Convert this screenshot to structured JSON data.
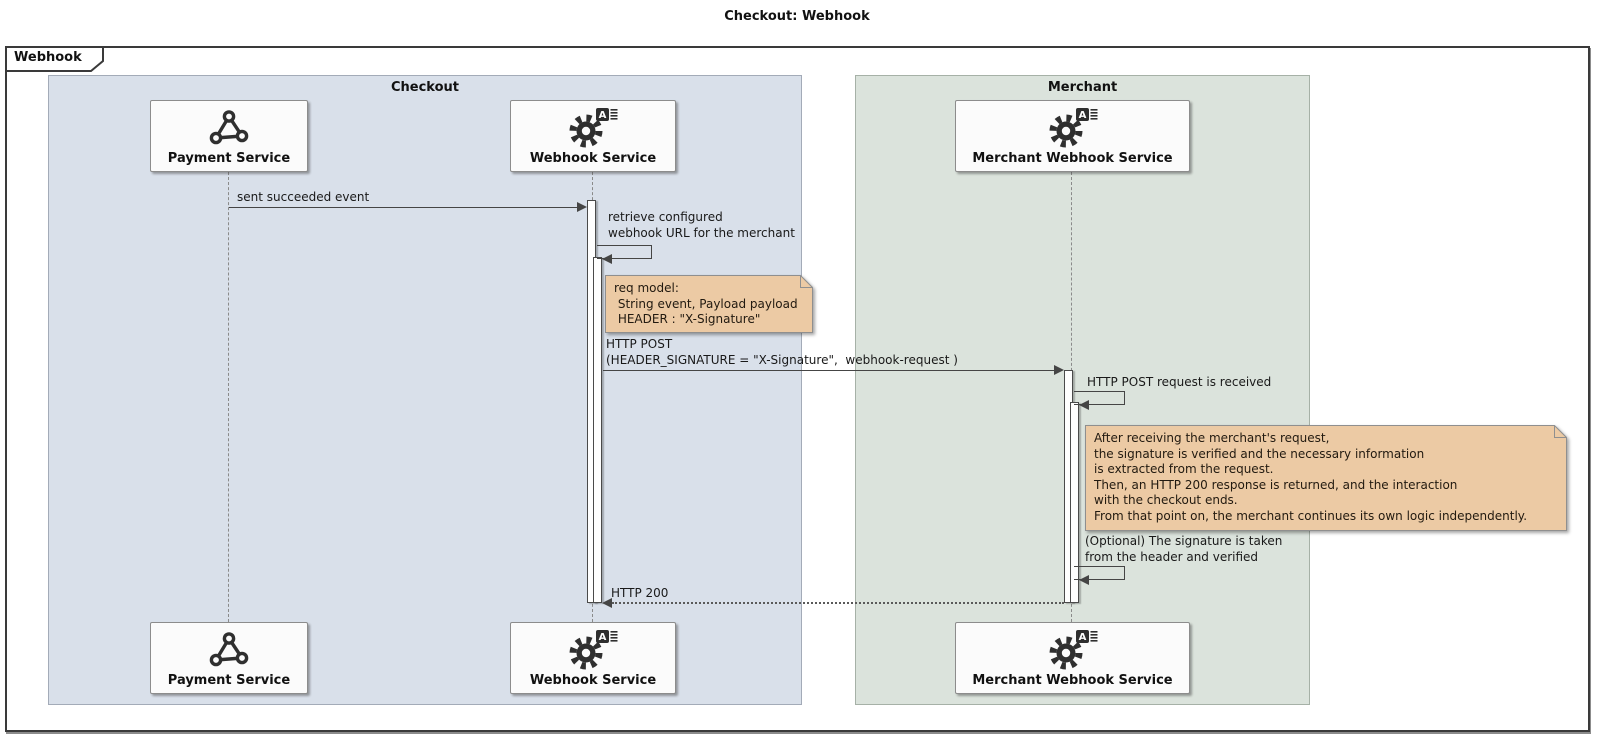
{
  "title": "Checkout: Webhook",
  "frame_label": "Webhook",
  "groups": {
    "checkout": {
      "label": "Checkout"
    },
    "merchant": {
      "label": "Merchant"
    }
  },
  "participants": {
    "payment": {
      "name": "Payment Service",
      "icon": "network-nodes-icon"
    },
    "webhook": {
      "name": "Webhook Service",
      "icon": "gear-api-icon"
    },
    "merchant_webhook": {
      "name": "Merchant Webhook Service",
      "icon": "gear-api-icon"
    }
  },
  "messages": {
    "sent_event": {
      "label": "sent succeeded event",
      "style": "solid-arrow"
    },
    "retrieve_url": {
      "label": "retrieve configured\nwebhook URL for the merchant",
      "style": "self-call"
    },
    "http_post": {
      "label": "HTTP POST\n(HEADER_SIGNATURE = \"X-Signature\",  webhook-request )",
      "style": "solid-arrow"
    },
    "post_received": {
      "label": "HTTP POST request is received",
      "style": "self-call"
    },
    "verify_signature": {
      "label": "(Optional) The signature is taken\nfrom the header and verified",
      "style": "self-call"
    },
    "http_200": {
      "label": "HTTP 200",
      "style": "dotted-return"
    }
  },
  "notes": {
    "req_model": {
      "text": "req model:\n String event, Payload payload\n HEADER : \"X-Signature\""
    },
    "merchant_flow": {
      "text": "After receiving the merchant's request,\nthe signature is verified and the necessary information\nis extracted from the request.\nThen, an HTTP 200 response is returned, and the interaction\nwith the checkout ends.\nFrom that point on, the merchant continues its own logic independently."
    }
  },
  "colors": {
    "checkout_fill": "#d9e0ea",
    "merchant_fill": "#dbe3dc",
    "note_fill": "#eccaa4",
    "note_border": "#8f8f8f",
    "participant_fill": "#fbfbfb",
    "participant_border": "#8c8c8c",
    "line": "#454545",
    "icon": "#2f2f2f"
  }
}
